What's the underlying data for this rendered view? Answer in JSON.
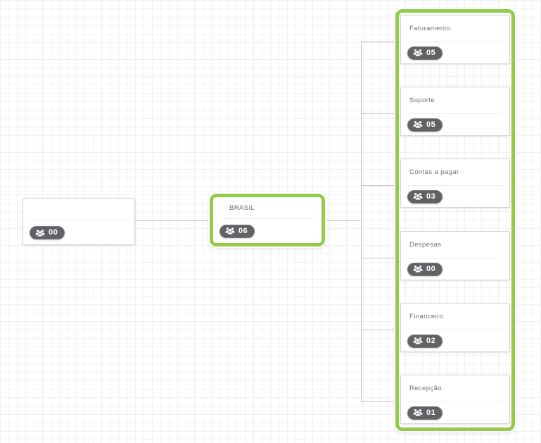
{
  "canvas": {
    "description": "Organization chart on grid canvas"
  },
  "colors": {
    "highlight_green": "#94cb4b",
    "badge_background": "#616166",
    "badge_text": "#ffffff",
    "node_border": "#d6d6da",
    "connector_line": "#c3c3c8",
    "title_text": "#70707a",
    "grid_line": "#f1f1f5"
  },
  "nodes": {
    "root": {
      "title": "",
      "count": "00"
    },
    "parent": {
      "title": "BRASIL",
      "count": "06"
    }
  },
  "departments": [
    {
      "title": "Faturamento",
      "count": "05"
    },
    {
      "title": "Suporte",
      "count": "05"
    },
    {
      "title": "Contas a pagar",
      "count": "03"
    },
    {
      "title": "Despesas",
      "count": "00"
    },
    {
      "title": "Financeiro",
      "count": "02"
    },
    {
      "title": "Recepção",
      "count": "01"
    }
  ]
}
